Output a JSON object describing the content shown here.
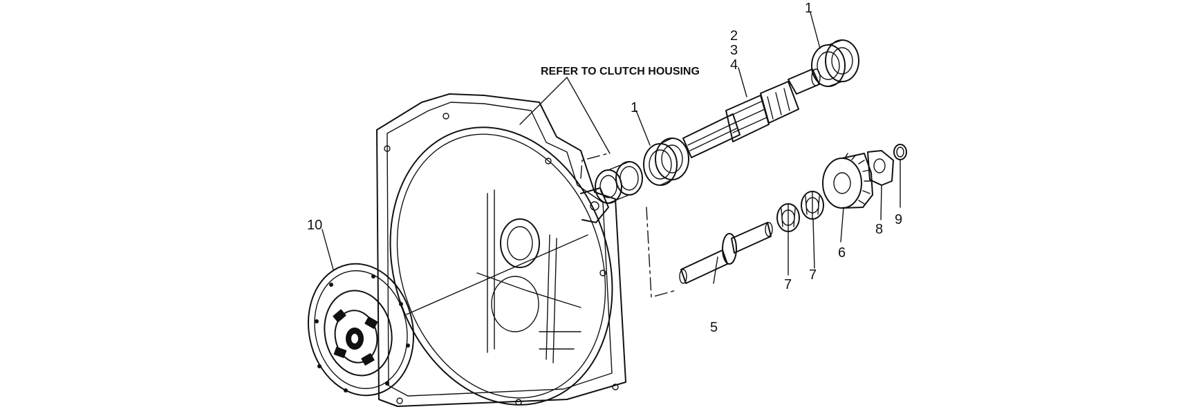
{
  "note": "REFER TO CLUTCH HOUSING",
  "callouts": {
    "part_1_top": "1",
    "part_1_bearing": "1",
    "part_2": "2",
    "part_3": "3",
    "part_4": "4",
    "part_5": "5",
    "part_6": "6",
    "part_7_a": "7",
    "part_7_b": "7",
    "part_8": "8",
    "part_9": "9",
    "part_10": "10"
  }
}
